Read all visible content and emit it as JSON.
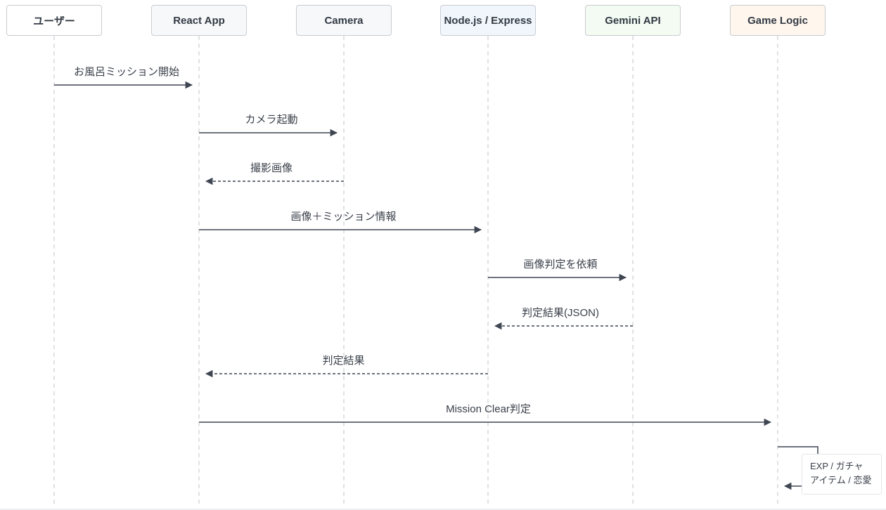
{
  "participants": [
    {
      "id": "user",
      "label": "ユーザー",
      "bg": "#ffffff"
    },
    {
      "id": "react",
      "label": "React App",
      "bg": "#f6f8fa"
    },
    {
      "id": "camera",
      "label": "Camera",
      "bg": "#f6f8fa"
    },
    {
      "id": "node",
      "label": "Node.js / Express",
      "bg": "#f1f6fc"
    },
    {
      "id": "gemini",
      "label": "Gemini API",
      "bg": "#f3fbf2"
    },
    {
      "id": "game",
      "label": "Game Logic",
      "bg": "#fff7ee"
    }
  ],
  "messages": [
    {
      "from": 0,
      "to": 1,
      "label": "お風呂ミッション開始",
      "style": "solid"
    },
    {
      "from": 1,
      "to": 2,
      "label": "カメラ起動",
      "style": "solid"
    },
    {
      "from": 2,
      "to": 1,
      "label": "撮影画像",
      "style": "dashed"
    },
    {
      "from": 1,
      "to": 3,
      "label": "画像＋ミッション情報",
      "style": "solid"
    },
    {
      "from": 3,
      "to": 4,
      "label": "画像判定を依頼",
      "style": "solid"
    },
    {
      "from": 4,
      "to": 3,
      "label": "判定結果(JSON)",
      "style": "dashed"
    },
    {
      "from": 3,
      "to": 1,
      "label": "判定結果",
      "style": "dashed"
    },
    {
      "from": 1,
      "to": 5,
      "label": "Mission Clear判定",
      "style": "solid"
    }
  ],
  "self_message": {
    "on": 5,
    "lines": [
      "EXP / ガチャ",
      "アイテム / 恋愛"
    ]
  },
  "colors": {
    "line": "#3f4652",
    "lifeline": "#d5d8dc",
    "border": "#c9ccd1"
  }
}
